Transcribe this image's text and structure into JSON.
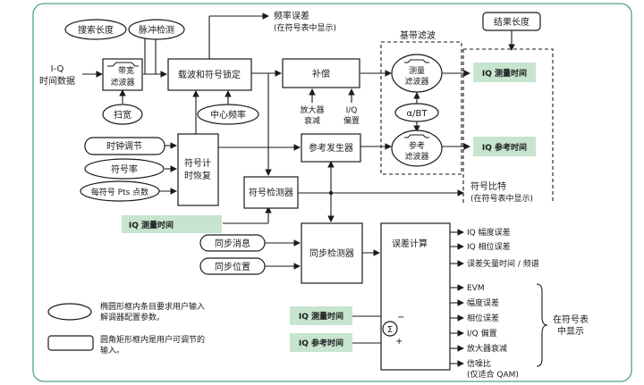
{
  "colors": {
    "border": "#4aa58a",
    "highlight": "#c7e4cf",
    "ink": "#1a1a1a"
  },
  "input": {
    "line1": "I-Q",
    "line2": "时间数据"
  },
  "search_length": "搜索长度",
  "pulse_detect": "脉冲检测",
  "bw_filter": {
    "line1": "带宽",
    "line2": "滤波器"
  },
  "sweep": "扫宽",
  "carrier_lock": "载波和符号锁定",
  "center_freq": "中心频率",
  "freq_error": {
    "line1": "频率误差",
    "line2": "(在符号表中显示)"
  },
  "compensate": "补偿",
  "amp_droop": {
    "line1": "放大器",
    "line2": "衰减"
  },
  "iq_offset": {
    "line1": "I/Q",
    "line2": "偏置"
  },
  "baseband_filter": "基带滤波",
  "meas_filter": {
    "line1": "测量",
    "line2": "滤波器"
  },
  "alpha_bt": "α/BT",
  "ref_filter": {
    "line1": "参考",
    "line2": "滤波器"
  },
  "result_length": "结果长度",
  "iq_meas_time": "IQ 测量时间",
  "iq_ref_time": "IQ 参考时间",
  "clock_adjust": "时钟调节",
  "symbol_rate": "符号率",
  "pts_per_symbol": "每符号 Pts 点数",
  "symbol_timing": {
    "line1": "符号计",
    "line2": "时恢复"
  },
  "ref_generator": "参考发生器",
  "symbol_detector": "符号检测器",
  "symbol_bits": {
    "line1": "符号比特",
    "line2": "(在符号表中显示)"
  },
  "sync_words": "同步消息",
  "sync_position": "同步位置",
  "sync_detector": "同步检测器",
  "error_calc": "误差计算",
  "outputs": [
    "IQ 幅度误差",
    "IQ 相位误差",
    "误差矢量时间 / 频谱",
    "EVM",
    "幅度误差",
    "相位误差",
    "I/Q 偏置",
    "放大器衰减",
    "信噪比",
    "(仅适合 QAM)"
  ],
  "symbol_table": {
    "line1": "在符号表",
    "line2": "中显示"
  },
  "sum_symbol": "Σ",
  "minus_sign": "−",
  "plus_sign": "+",
  "legend": {
    "ellipse_text1": "椭圆形框内条目要求用户输入",
    "ellipse_text2": "解调器配置参数。",
    "rect_text1": "圆角矩形框内是用户可调节的",
    "rect_text2": "输入。"
  }
}
